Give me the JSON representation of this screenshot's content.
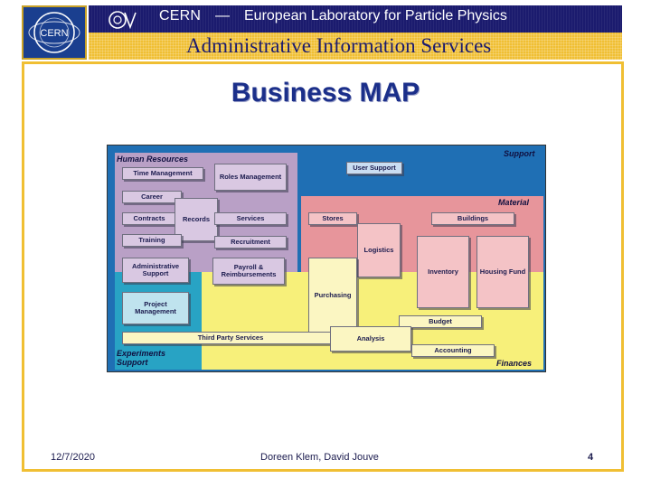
{
  "header": {
    "org": "CERN",
    "dash": "—",
    "org_full": "European Laboratory for Particle Physics",
    "subtitle": "Administrative Information Services"
  },
  "slide": {
    "title": "Business MAP"
  },
  "map": {
    "zones": {
      "human_resources": "Human Resources",
      "support": "Support",
      "material": "Material",
      "experiments_support": "Experiments Support",
      "finances": "Finances"
    },
    "boxes": {
      "time_management": "Time Management",
      "roles_management": "Roles Management",
      "career": "Career",
      "contracts": "Contracts",
      "records": "Records",
      "services": "Services",
      "training": "Training",
      "recruitment": "Recruitment",
      "administrative_support": "Administrative Support",
      "payroll": "Payroll & Reimbursements",
      "user_support": "User Support",
      "stores": "Stores",
      "buildings": "Buildings",
      "logistics": "Logistics",
      "inventory": "Inventory",
      "housing_fund": "Housing Fund",
      "purchasing": "Purchasing",
      "project_management": "Project Management",
      "budget": "Budget",
      "third_party_services": "Third Party Services",
      "analysis": "Analysis",
      "accounting": "Accounting"
    }
  },
  "footer": {
    "date": "12/7/2020",
    "authors": "Doreen Klem, David Jouve",
    "page": "4"
  },
  "colors": {
    "header_dark": "#1b1b6e",
    "header_gold": "#f0bf33",
    "support_blue": "#1f6fb4",
    "hr_purple": "#b9a0c6",
    "material_pink": "#e7959b",
    "finances_yellow": "#f7f07a",
    "experiments_teal": "#28a3c4"
  }
}
